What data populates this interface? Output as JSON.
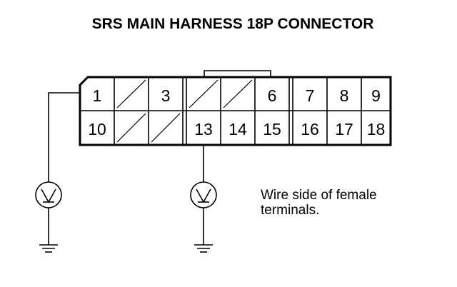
{
  "title": "SRS MAIN HARNESS 18P CONNECTOR",
  "connector": {
    "pins_top": [
      {
        "label": "1",
        "blank": false
      },
      {
        "label": "",
        "blank": true
      },
      {
        "label": "3",
        "blank": false
      },
      {
        "label": "",
        "blank": true
      },
      {
        "label": "",
        "blank": true
      },
      {
        "label": "6",
        "blank": false
      },
      {
        "label": "7",
        "blank": false
      },
      {
        "label": "8",
        "blank": false
      },
      {
        "label": "9",
        "blank": false
      }
    ],
    "pins_bottom": [
      {
        "label": "10",
        "blank": false
      },
      {
        "label": "",
        "blank": true
      },
      {
        "label": "",
        "blank": true
      },
      {
        "label": "13",
        "blank": false
      },
      {
        "label": "14",
        "blank": false
      },
      {
        "label": "15",
        "blank": false
      },
      {
        "label": "16",
        "blank": false
      },
      {
        "label": "17",
        "blank": false
      },
      {
        "label": "18",
        "blank": false
      }
    ]
  },
  "meters": [
    {
      "icon": "voltmeter-icon",
      "connected_pin": "1"
    },
    {
      "icon": "voltmeter-icon",
      "connected_pin": "13"
    }
  ],
  "note": {
    "line1": "Wire side of female",
    "line2": "terminals."
  }
}
